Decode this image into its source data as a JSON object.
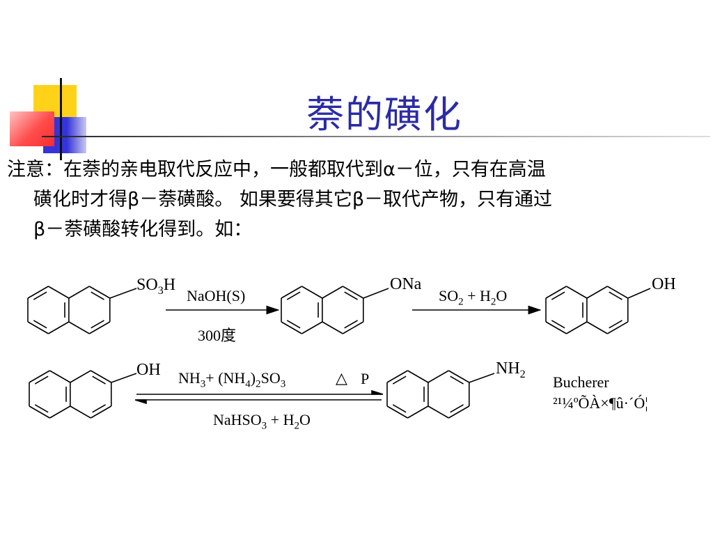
{
  "title": "萘的磺化",
  "note": {
    "line1": "注意：在萘的亲电取代反应中，一般都取代到α－位，只有在高温",
    "line2": "磺化时才得β－萘磺酸。 如果要得其它β－取代产物，只有通过",
    "line3": "β－萘磺酸转化得到。如："
  },
  "reaction1": {
    "substituent1": "SO3H",
    "reagent_top": "NaOH(S)",
    "reagent_bottom": "300度",
    "substituent2": "ONa",
    "reagent2": "SO2 + H2O",
    "substituent3": "OH"
  },
  "reaction2": {
    "substituent_left": "OH",
    "reagent_top": "NH3+ (NH4)2SO3",
    "heat_symbol": "△",
    "pressure": "P",
    "reagent_bottom": "NaHSO3 + H2O",
    "substituent_right": "NH2",
    "name_label": "Bucherer",
    "garbled_label": "²¹¼ºÕÀ×¶û·´Ó¦"
  },
  "colors": {
    "title": "#2b2ba6",
    "deco_yellow": "#ffd21a",
    "deco_blue": "#3434d9",
    "deco_red": "#ff3a3a"
  }
}
